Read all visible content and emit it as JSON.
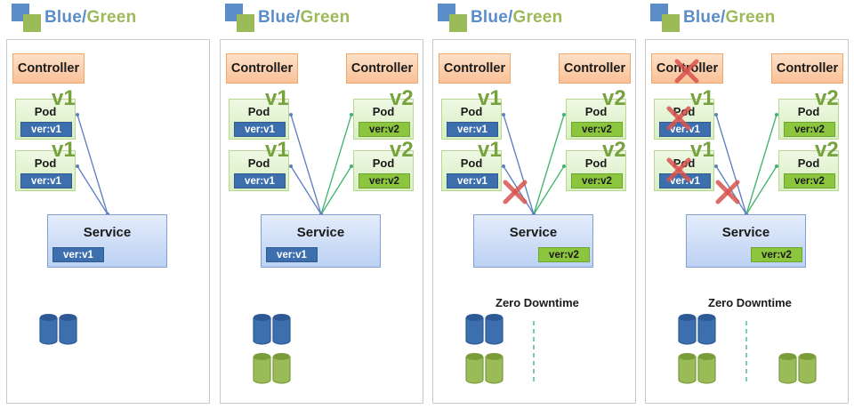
{
  "logo_text": {
    "blue": "Blue",
    "slash": "/",
    "green": "Green"
  },
  "colors": {
    "blue": "#5b8ec9",
    "green": "#9bbb59",
    "link_blue": "#5b7fbf",
    "link_green": "#3fb36b",
    "cross_red": "#d9534f",
    "divider": "#4dbf8a"
  },
  "panels": [
    {
      "controllers": [
        {
          "label": "Controller",
          "crossed": false
        }
      ],
      "pods": [
        {
          "label": "Pod",
          "version": "ver:v1",
          "badge": "v1",
          "color": "blue",
          "crossed": false
        },
        {
          "label": "Pod",
          "version": "ver:v1",
          "badge": "v1",
          "color": "blue",
          "crossed": false
        }
      ],
      "service": {
        "label": "Service",
        "version": "ver:v1",
        "color": "blue",
        "link_cut": false
      },
      "footer_text": "",
      "storage": {
        "blue_stacks": 1,
        "green_stacks_left": 0,
        "green_stacks_right": 0,
        "divider": false
      }
    },
    {
      "controllers": [
        {
          "label": "Controller",
          "crossed": false
        },
        {
          "label": "Controller",
          "crossed": false
        }
      ],
      "pods": [
        {
          "label": "Pod",
          "version": "ver:v1",
          "badge": "v1",
          "color": "blue",
          "crossed": false
        },
        {
          "label": "Pod",
          "version": "ver:v1",
          "badge": "v1",
          "color": "blue",
          "crossed": false
        },
        {
          "label": "Pod",
          "version": "ver:v2",
          "badge": "v2",
          "color": "green",
          "crossed": false
        },
        {
          "label": "Pod",
          "version": "ver:v2",
          "badge": "v2",
          "color": "green",
          "crossed": false
        }
      ],
      "service": {
        "label": "Service",
        "version": "ver:v1",
        "color": "blue",
        "link_cut": false
      },
      "footer_text": "",
      "storage": {
        "blue_stacks": 1,
        "green_stacks_left": 1,
        "green_stacks_right": 0,
        "divider": false
      }
    },
    {
      "controllers": [
        {
          "label": "Controller",
          "crossed": false
        },
        {
          "label": "Controller",
          "crossed": false
        }
      ],
      "pods": [
        {
          "label": "Pod",
          "version": "ver:v1",
          "badge": "v1",
          "color": "blue",
          "crossed": false
        },
        {
          "label": "Pod",
          "version": "ver:v1",
          "badge": "v1",
          "color": "blue",
          "crossed": false
        },
        {
          "label": "Pod",
          "version": "ver:v2",
          "badge": "v2",
          "color": "green",
          "crossed": false
        },
        {
          "label": "Pod",
          "version": "ver:v2",
          "badge": "v2",
          "color": "green",
          "crossed": false
        }
      ],
      "service": {
        "label": "Service",
        "version": "ver:v2",
        "color": "green",
        "link_cut": true
      },
      "footer_text": "Zero Downtime",
      "storage": {
        "blue_stacks": 1,
        "green_stacks_left": 1,
        "green_stacks_right": 0,
        "divider": true
      }
    },
    {
      "controllers": [
        {
          "label": "Controller",
          "crossed": true
        },
        {
          "label": "Controller",
          "crossed": false
        }
      ],
      "pods": [
        {
          "label": "Pod",
          "version": "ver:v1",
          "badge": "v1",
          "color": "blue",
          "crossed": true
        },
        {
          "label": "Pod",
          "version": "ver:v1",
          "badge": "v1",
          "color": "blue",
          "crossed": true
        },
        {
          "label": "Pod",
          "version": "ver:v2",
          "badge": "v2",
          "color": "green",
          "crossed": false
        },
        {
          "label": "Pod",
          "version": "ver:v2",
          "badge": "v2",
          "color": "green",
          "crossed": false
        }
      ],
      "service": {
        "label": "Service",
        "version": "ver:v2",
        "color": "green",
        "link_cut": true
      },
      "footer_text": "Zero Downtime",
      "storage": {
        "blue_stacks": 1,
        "green_stacks_left": 1,
        "green_stacks_right": 1,
        "divider": true
      }
    }
  ]
}
